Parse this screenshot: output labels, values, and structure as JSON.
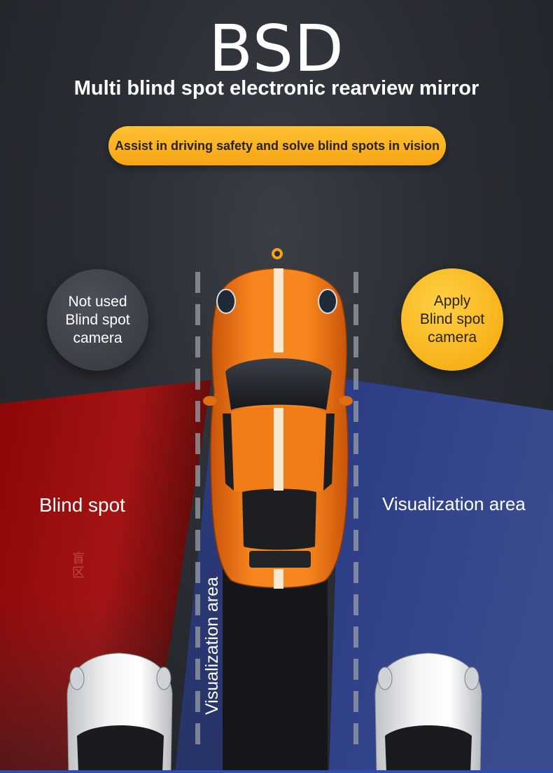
{
  "header": {
    "title": "BSD",
    "subtitle": "Multi blind spot electronic rearview mirror",
    "tagline": "Assist in driving safety and solve blind spots in vision"
  },
  "bubbles": {
    "left": "Not used\nBlind spot\ncamera",
    "right": "Apply\nBlind spot\ncamera"
  },
  "zones": {
    "left_label": "Blind spot",
    "right_label": "Visualization area",
    "center_label": "Visualization area",
    "cn_mark": "盲区"
  },
  "colors": {
    "accent": "#f5a414",
    "blind_zone": "#8e0b0b",
    "vis_zone": "#2a3f86",
    "car_body": "#f07a16",
    "background": "#2a2d33"
  }
}
